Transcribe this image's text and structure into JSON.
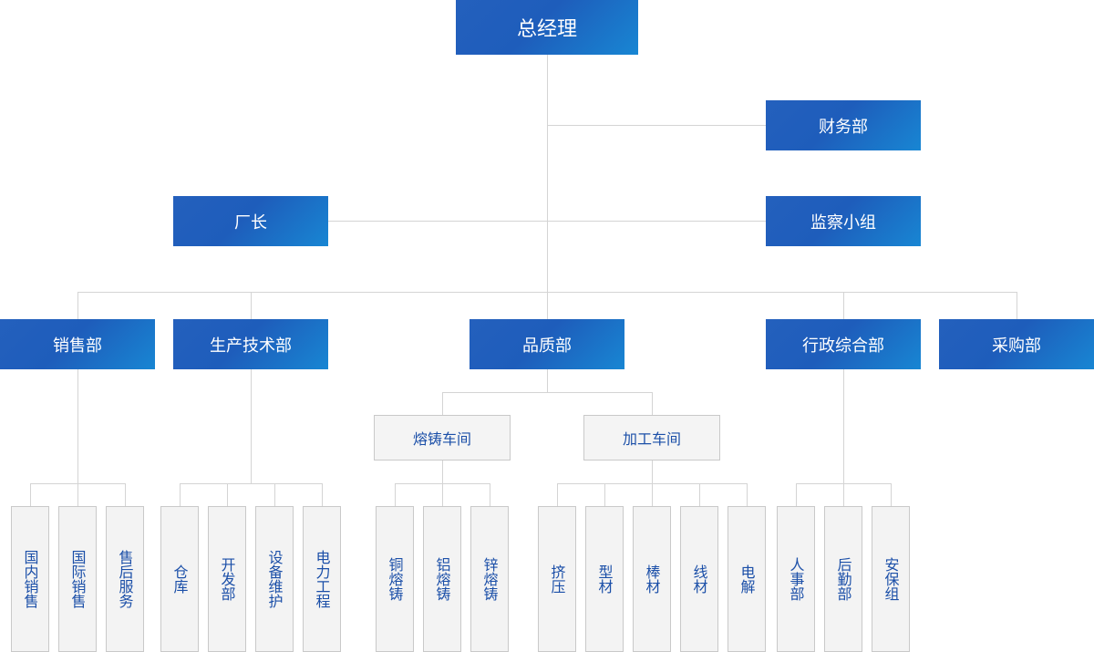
{
  "org": {
    "ceo": "总经理",
    "finance": "财务部",
    "factory_director": "厂长",
    "supervision": "监察小组",
    "departments": {
      "sales": "销售部",
      "production": "生产技术部",
      "quality": "品质部",
      "admin": "行政综合部",
      "purchasing": "采购部"
    },
    "workshops": {
      "casting": "熔铸车间",
      "processing": "加工车间"
    },
    "sales_units": [
      "国内销售",
      "国际销售",
      "售后服务"
    ],
    "production_units": [
      "仓库",
      "开发部",
      "设备维护",
      "电力工程"
    ],
    "casting_units": [
      "铜熔铸",
      "铝熔铸",
      "锌熔铸"
    ],
    "processing_units": [
      "挤压",
      "型材",
      "棒材",
      "线材",
      "电解"
    ],
    "admin_units": [
      "人事部",
      "后勤部",
      "安保组"
    ]
  }
}
